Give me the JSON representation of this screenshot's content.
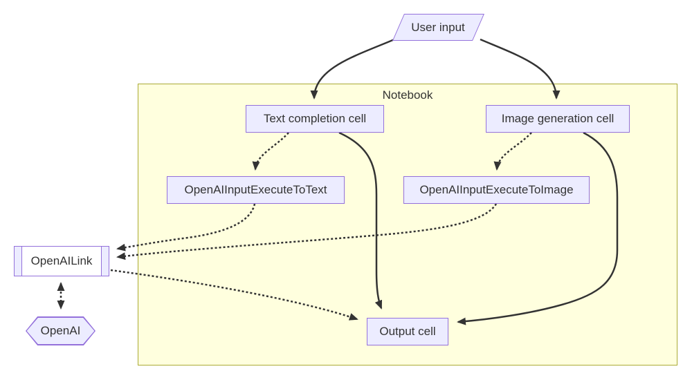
{
  "diagram": {
    "type": "flowchart",
    "cluster": {
      "label": "Notebook"
    },
    "nodes": {
      "user_input": {
        "label": "User input",
        "shape": "parallelogram"
      },
      "text_cell": {
        "label": "Text completion cell",
        "shape": "rect"
      },
      "image_cell": {
        "label": "Image generation cell",
        "shape": "rect"
      },
      "exec_text": {
        "label": "OpenAIInputExecuteToText",
        "shape": "rect"
      },
      "exec_image": {
        "label": "OpenAIInputExecuteToImage",
        "shape": "rect"
      },
      "openai_link": {
        "label": "OpenAILink",
        "shape": "subroutine"
      },
      "openai": {
        "label": "OpenAI",
        "shape": "hexagon"
      },
      "output_cell": {
        "label": "Output cell",
        "shape": "rect"
      }
    },
    "edges": [
      {
        "from": "user_input",
        "to": "text_cell",
        "style": "solid",
        "arrow": "end"
      },
      {
        "from": "user_input",
        "to": "image_cell",
        "style": "solid",
        "arrow": "end"
      },
      {
        "from": "text_cell",
        "to": "exec_text",
        "style": "dotted",
        "arrow": "end"
      },
      {
        "from": "image_cell",
        "to": "exec_image",
        "style": "dotted",
        "arrow": "end"
      },
      {
        "from": "exec_text",
        "to": "openai_link",
        "style": "dotted",
        "arrow": "end"
      },
      {
        "from": "exec_image",
        "to": "openai_link",
        "style": "dotted",
        "arrow": "end"
      },
      {
        "from": "openai_link",
        "to": "output_cell",
        "style": "dotted",
        "arrow": "end"
      },
      {
        "from": "text_cell",
        "to": "output_cell",
        "style": "solid",
        "arrow": "end"
      },
      {
        "from": "image_cell",
        "to": "output_cell",
        "style": "solid",
        "arrow": "end"
      },
      {
        "from": "openai_link",
        "to": "openai",
        "style": "dotted",
        "arrow": "both"
      }
    ],
    "colors": {
      "node_fill": "#ececff",
      "node_border": "#9370db",
      "cluster_fill": "#ffffde",
      "cluster_border": "#aaaa33",
      "edge": "#333333",
      "text": "#333333"
    }
  }
}
